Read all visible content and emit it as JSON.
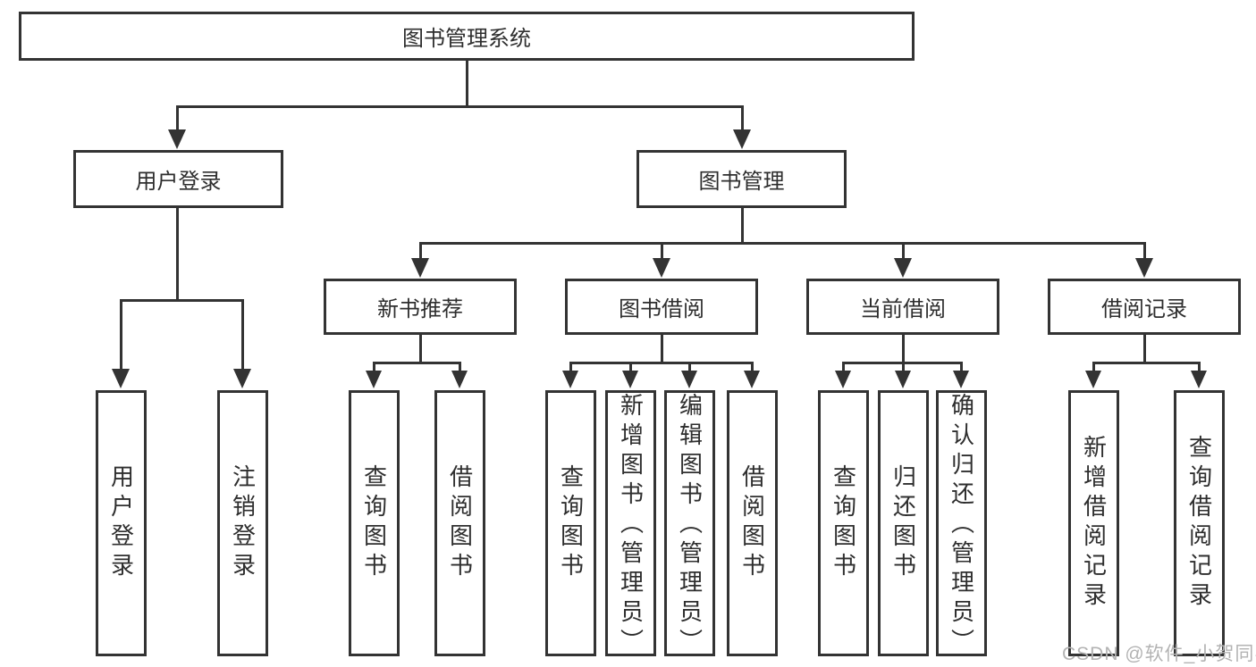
{
  "diagram_title": "图书管理系统",
  "colors": {
    "line": "#333333",
    "box_border": "#333333",
    "text": "#2e2e2e",
    "watermark": "#b3b3b3",
    "background": "#ffffff"
  },
  "nodes": {
    "root": "图书管理系统",
    "user_login": "用户登录",
    "book_mgmt": "图书管理",
    "new_book_rec": "新书推荐",
    "book_borrow": "图书借阅",
    "current_borrow": "当前借阅",
    "borrow_records": "借阅记录",
    "leaf_user_login": "用户登录",
    "leaf_logout": "注销登录",
    "leaf_query_books_rec": "查询图书",
    "leaf_borrow_books_rec": "借阅图书",
    "leaf_query_books_borrow": "查询图书",
    "leaf_add_books_admin": "新增图书（管理员）",
    "leaf_edit_books_admin": "编辑图书（管理员）",
    "leaf_borrow_books_borrow": "借阅图书",
    "leaf_query_books_current": "查询图书",
    "leaf_return_books": "归还图书",
    "leaf_confirm_return_admin": "确认归还（管理员）",
    "leaf_add_borrow_record": "新增借阅记录",
    "leaf_query_borrow_record": "查询借阅记录"
  },
  "watermark": "CSDN @软件_小贺同学"
}
